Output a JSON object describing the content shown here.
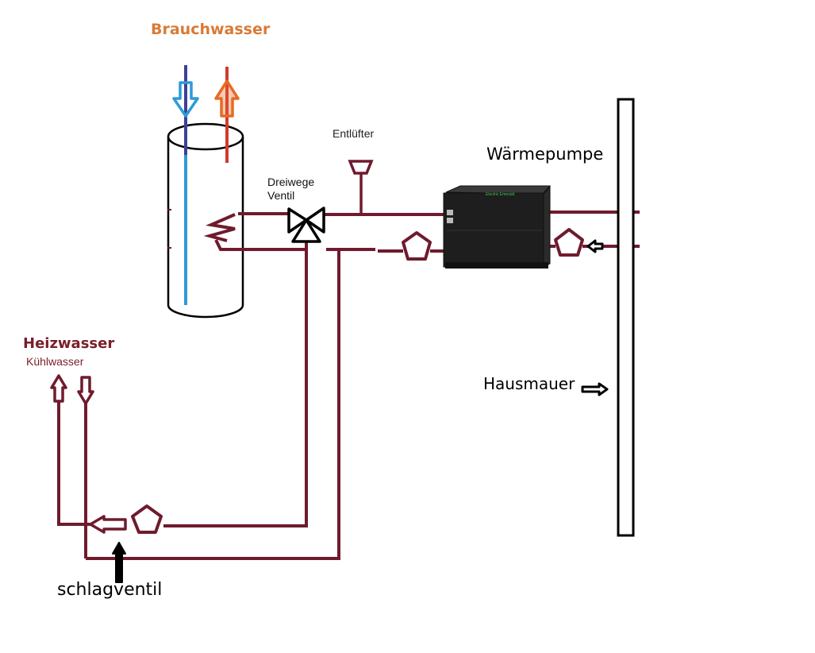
{
  "labels": {
    "brauchwasser": "Brauchwasser",
    "entluefter": "Entlüfter",
    "dreiwege": "Dreiwege",
    "ventil": "Ventil",
    "waermepumpe": "Wärmepumpe",
    "heizwasser": "Heizwasser",
    "kuehlwasser": "Kühlwasser",
    "hausmauer": "Hausmauer",
    "schlagventil": "schlagventil",
    "unit_brand": "Electric Emerald"
  },
  "colors": {
    "pipe": "#6f1b2d",
    "brauchwasser_text": "#d97a35",
    "heizwasser_text": "#7a1e2a",
    "cold_water": "#2e9ad8",
    "cold_water_dark": "#3e3f96",
    "hot_water": "#e86a24",
    "hot_water_dark": "#d23a2e",
    "unit_body": "#1e1e1e",
    "black": "#000000"
  },
  "icons": {
    "pumps": "pentagon-pump-icon",
    "valve": "three-way-valve-icon",
    "vent": "air-vent-icon",
    "coil": "heat-exchanger-coil-icon",
    "check_valve": "check-valve-arrow-icon"
  }
}
